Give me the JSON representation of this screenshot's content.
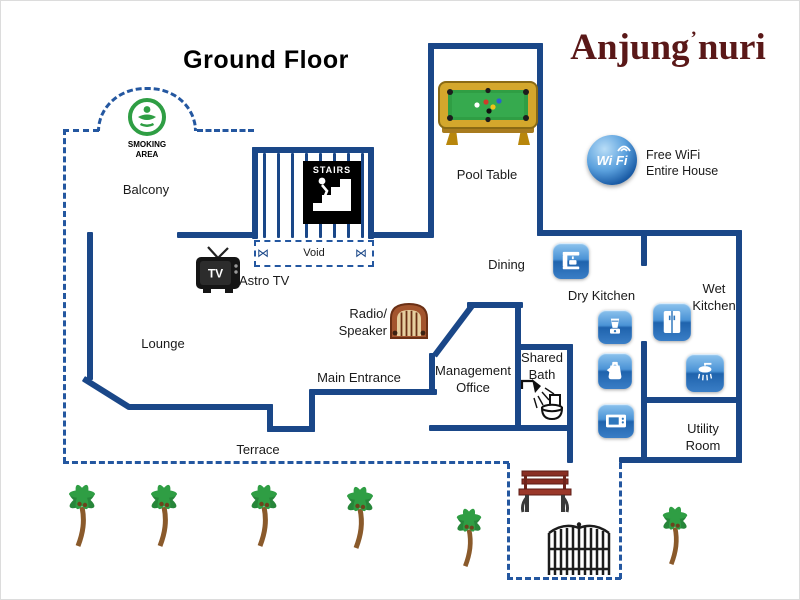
{
  "header": {
    "title": "Ground Floor",
    "brand_first": "Anjung",
    "brand_mark": "’",
    "brand_second": "nuri"
  },
  "wifi": {
    "badge": "Wi Fi",
    "note": "Free WiFi\nEntire House"
  },
  "areas": {
    "balcony": "Balcony",
    "smoking_area": "SMOKING\nAREA",
    "stairs": "STAIRS",
    "void": "Void",
    "pool_table": "Pool Table",
    "dining": "Dining",
    "dry_kitchen": "Dry Kitchen",
    "wet_kitchen": "Wet\nKitchen",
    "lounge": "Lounge",
    "astro_tv": "Astro TV",
    "radio_speaker": "Radio/\nSpeaker",
    "main_entrance": "Main Entrance",
    "management_office": "Management\nOffice",
    "shared_bath": "Shared\nBath",
    "terrace": "Terrace",
    "utility_room": "Utility\nRoom"
  },
  "tv": {
    "screen_text": "TV"
  },
  "icons": {
    "smoking": "smoking-area-icon",
    "stairs": "stairs-sign-icon",
    "tv": "tv-icon",
    "radio": "radio-icon",
    "pool_table": "pool-table-icon",
    "wifi": "wifi-icon",
    "coffee_machine": "coffee-machine-icon",
    "blender": "blender-icon",
    "fridge": "fridge-icon",
    "kettle": "kettle-icon",
    "shower": "shower-icon",
    "microwave": "microwave-icon",
    "bath": "bath-toilet-icon",
    "bench": "bench-icon",
    "gate": "gate-icon",
    "palm": "palm-tree-icon"
  },
  "colors": {
    "wall": "#1a4788",
    "boundary": "#2457a0",
    "brand": "#5a1818",
    "icon_blue": "#2e77bd",
    "smoking_green": "#2f9e44"
  }
}
